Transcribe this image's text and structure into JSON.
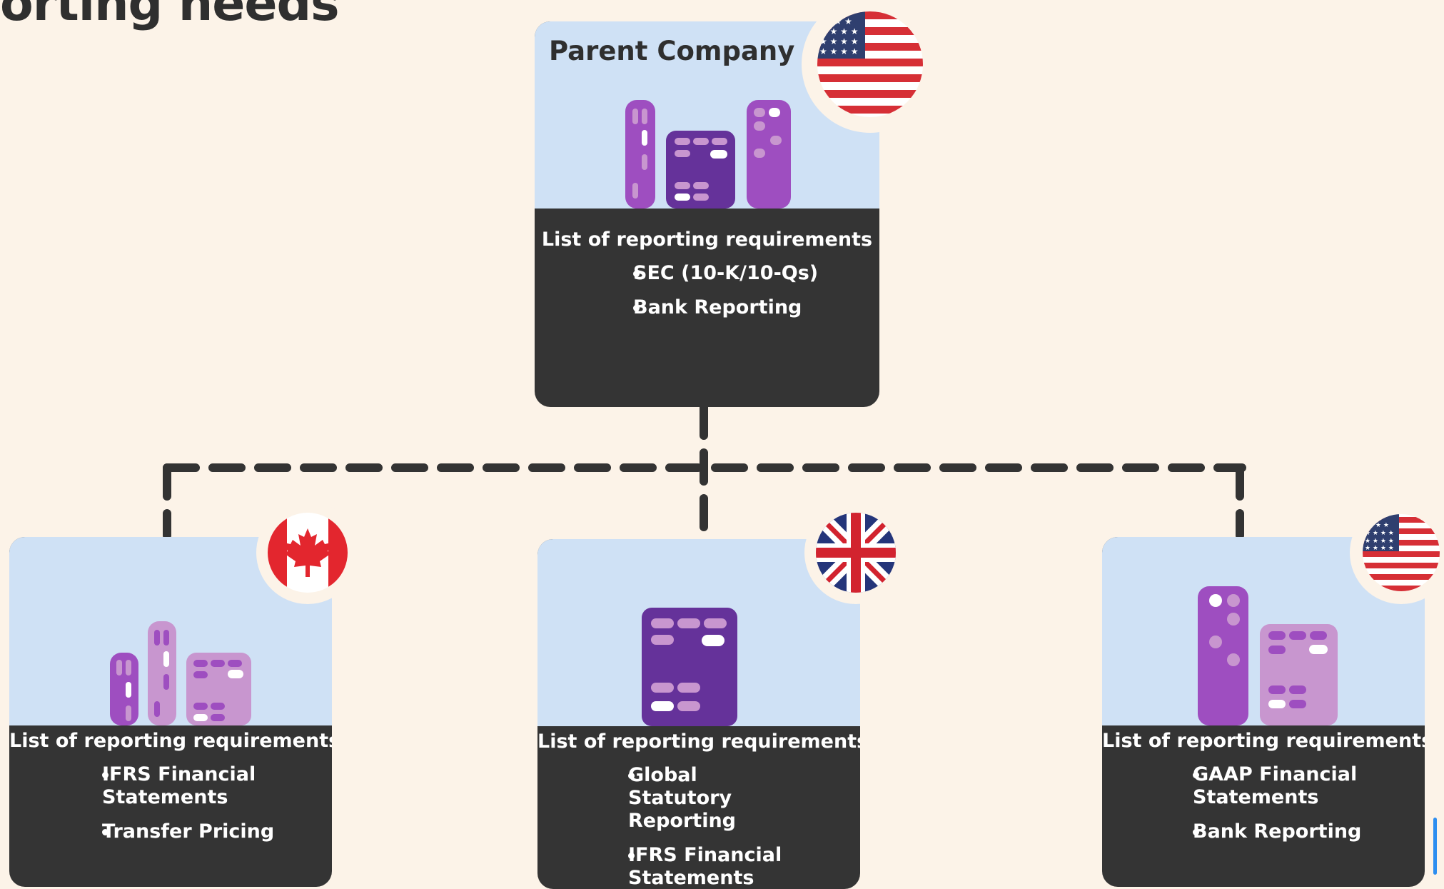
{
  "header": {
    "title": "orting needs"
  },
  "parent": {
    "name": "Parent Company",
    "flag_icon": "us-flag-icon",
    "requirements_title": "List of reporting requirements",
    "items": [
      "SEC (10-K/10-Qs)",
      "Bank Reporting"
    ]
  },
  "children": [
    {
      "flag_icon": "canada-flag-icon",
      "requirements_title": "List of reporting requirements",
      "items": [
        "IFRS Financial Statements",
        "Transfer Pricing"
      ]
    },
    {
      "flag_icon": "uk-flag-icon",
      "requirements_title": "List of reporting requirements",
      "items": [
        "Global Statutory Reporting",
        "IFRS Financial Statements"
      ]
    },
    {
      "flag_icon": "us-flag-icon",
      "requirements_title": "List of reporting requirements",
      "items": [
        "GAAP Financial Statements",
        "Bank Reporting"
      ]
    }
  ],
  "colors": {
    "background": "#fcf3e8",
    "card_top": "#cfe1f5",
    "card_bottom": "#343434",
    "purple_dark": "#65329a",
    "purple_mid": "#9e4ec0",
    "purple_light": "#c896cf"
  }
}
